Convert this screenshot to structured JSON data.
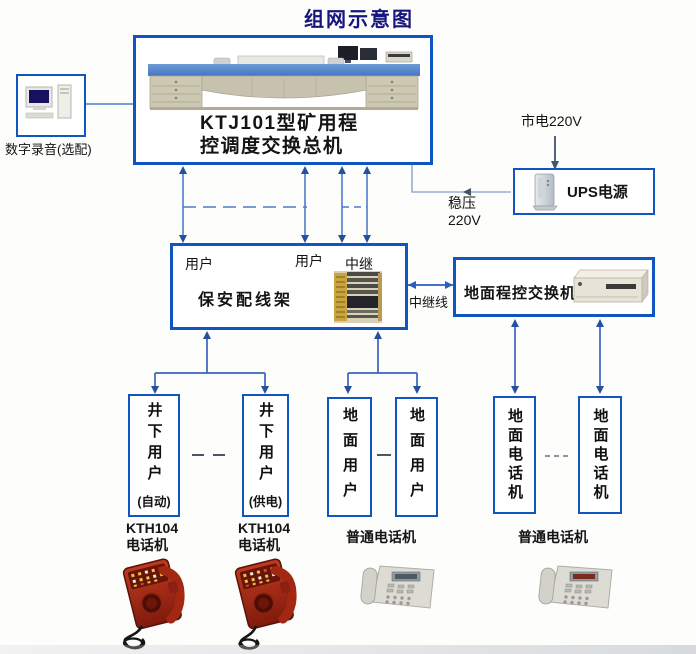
{
  "title": "组网示意图",
  "nodes": {
    "digital_recording": "数字录音(选配)",
    "main_switch_line1": "KTJ101型矿用程",
    "main_switch_line2": "控调度交换总机",
    "ups": "UPS电源",
    "mdf": "保安配线架",
    "ground_exchange": "地面程控交换机",
    "user_boxes": [
      {
        "chars": "井下用户",
        "sub": "(自动)"
      },
      {
        "chars": "井下用户",
        "sub": "(供电)"
      },
      {
        "chars": "地面用户",
        "sub": ""
      },
      {
        "chars": "地面用户",
        "sub": ""
      },
      {
        "chars": "地面电话机",
        "sub": ""
      },
      {
        "chars": "地面电话机",
        "sub": ""
      }
    ]
  },
  "ports": {
    "user1": "用户",
    "user2": "用户",
    "trunk": "中继"
  },
  "lines": {
    "mains": "市电220V",
    "regulated1": "稳压",
    "regulated2": "220V",
    "trunk_line": "中继线"
  },
  "phone_labels": [
    {
      "line1": "KTH104",
      "line2": "电话机"
    },
    {
      "line1": "KTH104",
      "line2": "电话机"
    },
    {
      "line1": "普通电话机",
      "line2": ""
    },
    {
      "line1": "普通电话机",
      "line2": ""
    }
  ],
  "colors": {
    "box_border": "#1155c2",
    "wire": "#4d7cc9",
    "title": "#16167f",
    "mine_phone_red": "#a8270f"
  }
}
